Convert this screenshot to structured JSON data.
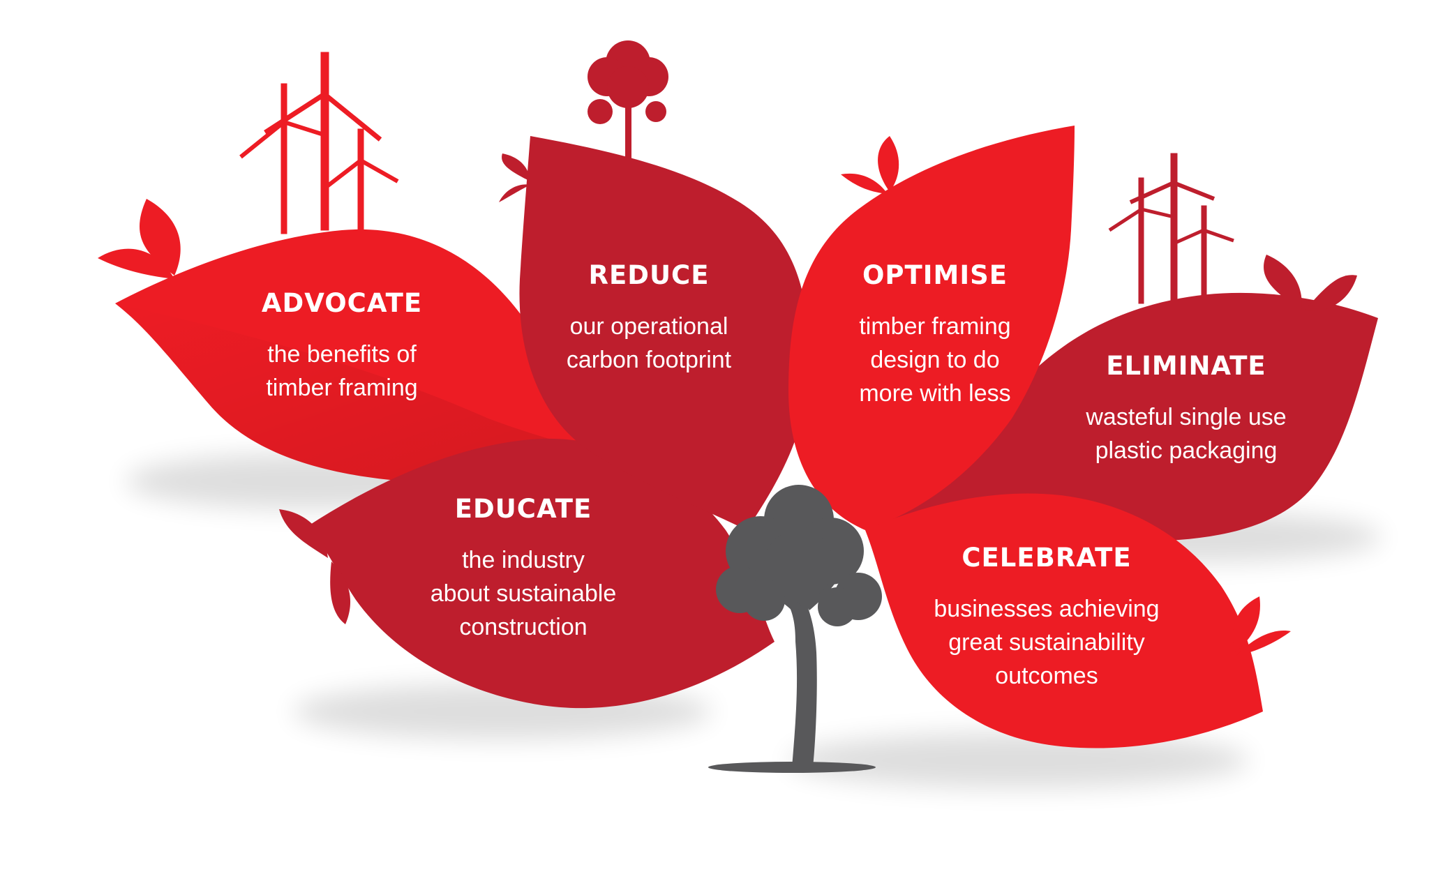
{
  "colors": {
    "bright_red": "#ED1C24",
    "dark_red": "#BE1E2D",
    "tree_grey": "#58585A",
    "shadow": "#d9d9d9"
  },
  "icons": {
    "wind_turbines_left": "wind-turbine-icon",
    "wind_turbines_right": "wind-turbine-icon",
    "small_tree_top": "tree-icon",
    "center_tree": "tree-icon",
    "sprouts": "sprout-icon"
  },
  "leaves": {
    "advocate": {
      "title": "ADVOCATE",
      "lines": [
        "the benefits of",
        "timber framing"
      ]
    },
    "reduce": {
      "title": "REDUCE",
      "lines": [
        "our operational",
        "carbon footprint"
      ]
    },
    "optimise": {
      "title": "OPTIMISE",
      "lines": [
        "timber framing",
        "design to do",
        "more with less"
      ]
    },
    "eliminate": {
      "title": "ELIMINATE",
      "lines": [
        "wasteful single use",
        "plastic packaging"
      ]
    },
    "educate": {
      "title": "EDUCATE",
      "lines": [
        "the industry",
        "about sustainable",
        "construction"
      ]
    },
    "celebrate": {
      "title": "CELEBRATE",
      "lines": [
        "businesses achieving",
        "great sustainability",
        "outcomes"
      ]
    }
  }
}
